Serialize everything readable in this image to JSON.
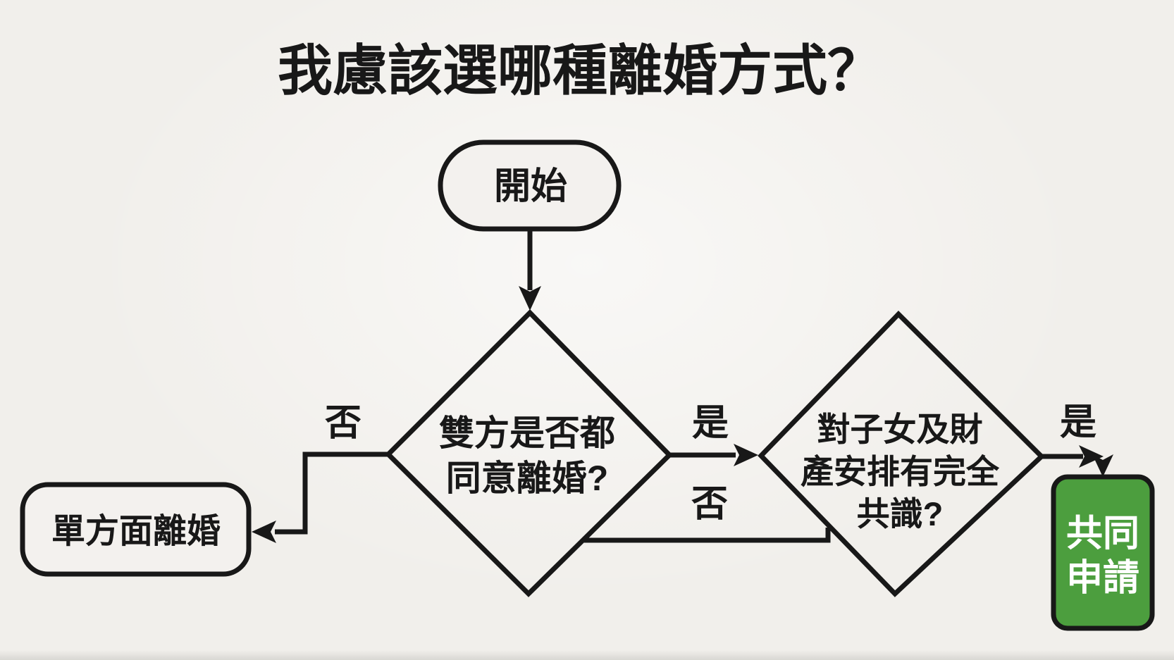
{
  "title": "我慮該選哪種離婚方式？",
  "nodes": {
    "start": {
      "label": "開始",
      "type": "terminator"
    },
    "decision1": {
      "line1": "雙方是否都",
      "line2": "同意離婚?",
      "type": "decision"
    },
    "decision2": {
      "line1": "對子女及財",
      "line2": "產安排有完全",
      "line3": "共識?",
      "type": "decision"
    },
    "unilateral": {
      "label": "單方面離婚",
      "type": "terminator"
    },
    "joint": {
      "line1": "共同",
      "line2": "申請",
      "type": "result"
    }
  },
  "edges": {
    "no_left": "否",
    "yes_mid": "是",
    "no_mid": "否",
    "yes_right": "是"
  },
  "colors": {
    "background": "#f1efeb",
    "stroke": "#181818",
    "text": "#181818",
    "node_fill": "#f3f1ee",
    "joint_fill": "#4c9e3e",
    "joint_text": "#ffffff"
  }
}
